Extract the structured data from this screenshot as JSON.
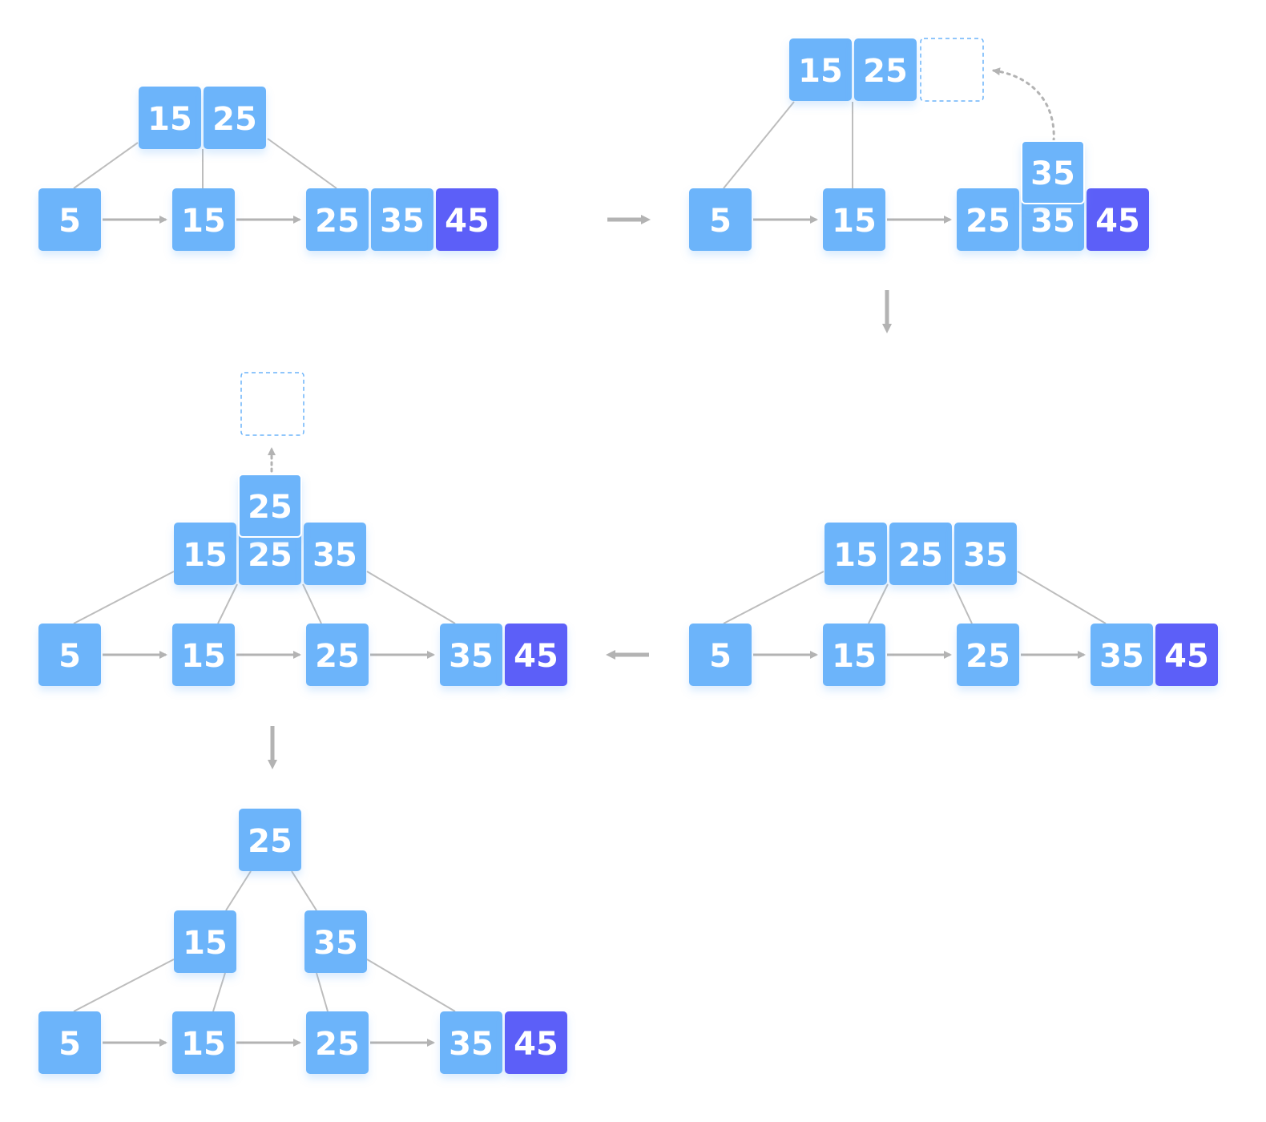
{
  "colors": {
    "node": "#6cb4fa",
    "new_key": "#5b5ff8",
    "line": "#bdbdbd",
    "arrow": "#b3b3b3",
    "dashed": "#6cb4fa",
    "shadow": "#e1f0fe",
    "text": "#ffffff"
  },
  "panels": [
    {
      "internal": [
        [
          "15",
          "25"
        ]
      ],
      "leaves": [
        [
          "5"
        ],
        [
          "15"
        ],
        [
          "25",
          "35",
          "45"
        ]
      ],
      "new_key": "45"
    },
    {
      "internal": [
        [
          "15",
          "25"
        ]
      ],
      "leaves": [
        [
          "5"
        ],
        [
          "15"
        ],
        [
          "25",
          "35",
          "45"
        ]
      ],
      "promoted_key": "35",
      "new_key": "45"
    },
    {
      "internal": [
        [
          "15",
          "25",
          "35"
        ]
      ],
      "leaves": [
        [
          "5"
        ],
        [
          "15"
        ],
        [
          "25"
        ],
        [
          "35",
          "45"
        ]
      ],
      "new_key": "45"
    },
    {
      "internal": [
        [
          "15",
          "25",
          "35"
        ]
      ],
      "leaves": [
        [
          "5"
        ],
        [
          "15"
        ],
        [
          "25"
        ],
        [
          "35",
          "45"
        ]
      ],
      "promoted_key": "25",
      "new_key": "45"
    },
    {
      "root": [
        "25"
      ],
      "internal": [
        [
          "15"
        ],
        [
          "35"
        ]
      ],
      "leaves": [
        [
          "5"
        ],
        [
          "15"
        ],
        [
          "25"
        ],
        [
          "35",
          "45"
        ]
      ],
      "new_key": "45"
    }
  ]
}
